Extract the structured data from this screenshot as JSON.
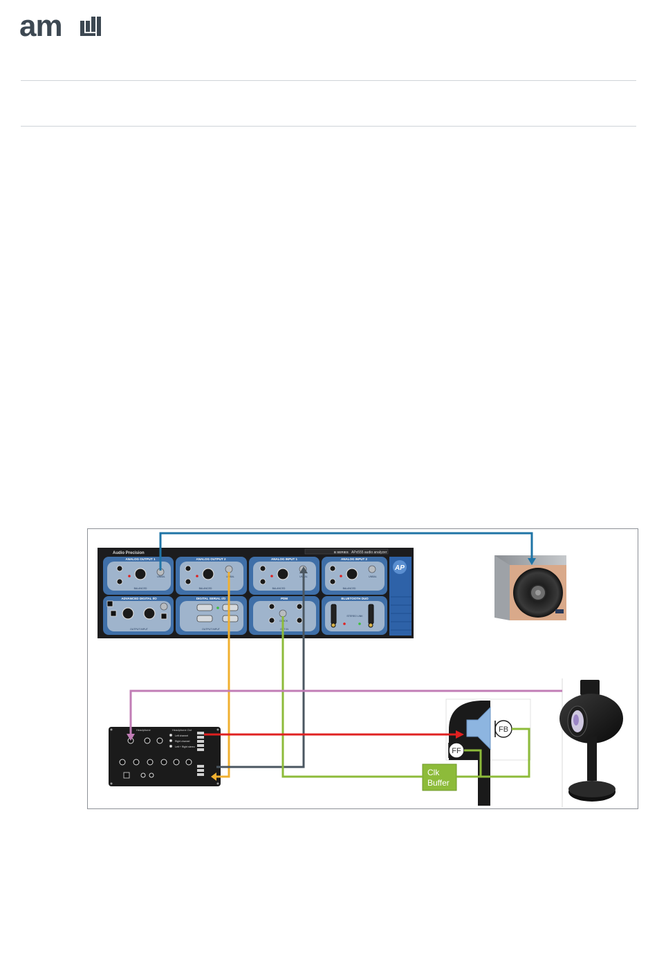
{
  "header": {
    "logo_text": "am",
    "brand_color": "#3d4852"
  },
  "figure": {
    "analyzer": {
      "brand": "Audio Precision",
      "model": "APx555 audio analyzer",
      "series": "B SERIES",
      "badge": "AP",
      "modules": [
        {
          "title": "ANALOG OUTPUT 1",
          "sub": "BALANCED",
          "tag": "UNBAL"
        },
        {
          "title": "ANALOG OUTPUT 2",
          "sub": "BALANCED",
          "tag": "UNBAL"
        },
        {
          "title": "ANALOG INPUT 1",
          "sub": "BALANCED",
          "tag": "UNBAL"
        },
        {
          "title": "ANALOG INPUT 2",
          "sub": "BALANCED",
          "tag": "UNBAL"
        },
        {
          "title": "ADVANCED DIGITAL I/O",
          "sub": "OUTPUT    INPUT",
          "tag": ""
        },
        {
          "title": "DIGITAL SERIAL I/O",
          "sub": "OUTPUT    INPUT",
          "tag": ""
        },
        {
          "title": "PDM",
          "sub": "OUT    IN",
          "tag": "CLOCK"
        },
        {
          "title": "BLUETOOTH DUO",
          "sub": "STEREO    LINK",
          "tag": ""
        }
      ]
    },
    "interface_box": {
      "title1": "Headphone",
      "title2": "Headphone Out",
      "options": [
        "Left channel",
        "Right channel",
        "Left + Right stereo"
      ]
    },
    "clk_buffer": {
      "line1": "Clk",
      "line2": "Buffer"
    },
    "mic_labels": {
      "ff": "FF",
      "fb": "FB"
    },
    "wire_colors": {
      "blue": "#1f74a6",
      "orange": "#f0b030",
      "gray": "#4a5660",
      "green": "#8dbb3a",
      "pink": "#c17db6",
      "red": "#e02020"
    }
  }
}
